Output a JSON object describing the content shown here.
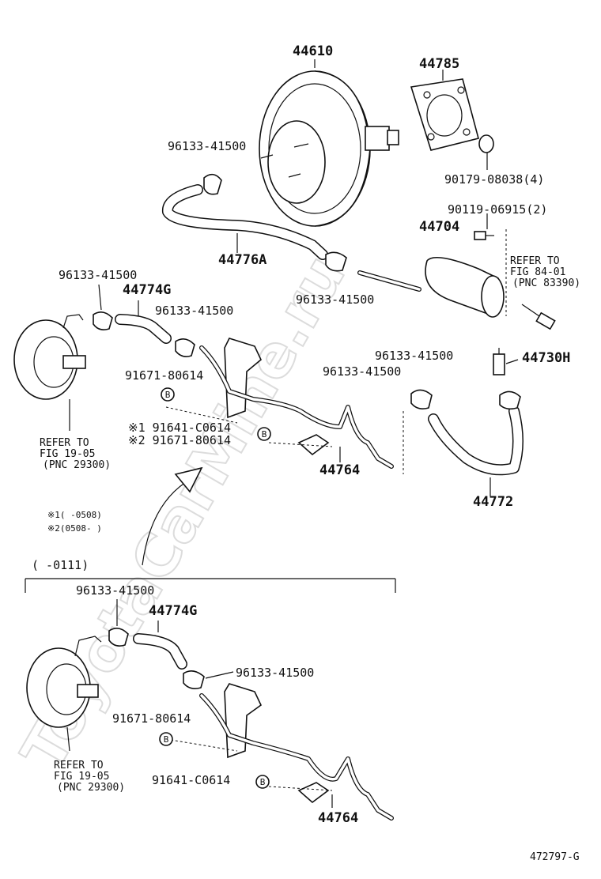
{
  "watermark": "ToyotaCarMine.ru",
  "labels": {
    "p44610": "44610",
    "p44785": "44785",
    "p96133_top": "96133-41500",
    "p90179": "90179-08038(4)",
    "p90119": "90119-06915(2)",
    "p44704": "44704",
    "p44776A": "44776A",
    "p96133_mid": "96133-41500",
    "refer_84_line1": "REFER TO",
    "refer_84_line2": "FIG 84-01",
    "refer_84_line3": "(PNC 83390)",
    "p96133_left": "96133-41500",
    "p44774G": "44774G",
    "p96133_left2": "96133-41500",
    "p96133_right1": "96133-41500",
    "p44730H": "44730H",
    "p96133_right2": "96133-41500",
    "p91671": "91671-80614",
    "p91641_note": "※1 91641-C0614",
    "p91671_note": "※2 91671-80614",
    "refer_19_line1": "REFER TO",
    "refer_19_line2": "FIG 19-05",
    "refer_19_line3": "(PNC 29300)",
    "p44764": "44764",
    "p44772": "44772",
    "note1": "※1(      -0508)",
    "note2": "※2(0508-      )",
    "range_label": "(      -0111)",
    "b_p96133": "96133-41500",
    "b_p44774G": "44774G",
    "b_p96133_2": "96133-41500",
    "b_p91671": "91671-80614",
    "b_refer_line1": "REFER TO",
    "b_refer_line2": "FIG 19-05",
    "b_refer_line3": "(PNC 29300)",
    "b_p91641": "91641-C0614",
    "b_p44764": "44764",
    "circle_b": "B",
    "footer_id": "472797-G"
  }
}
